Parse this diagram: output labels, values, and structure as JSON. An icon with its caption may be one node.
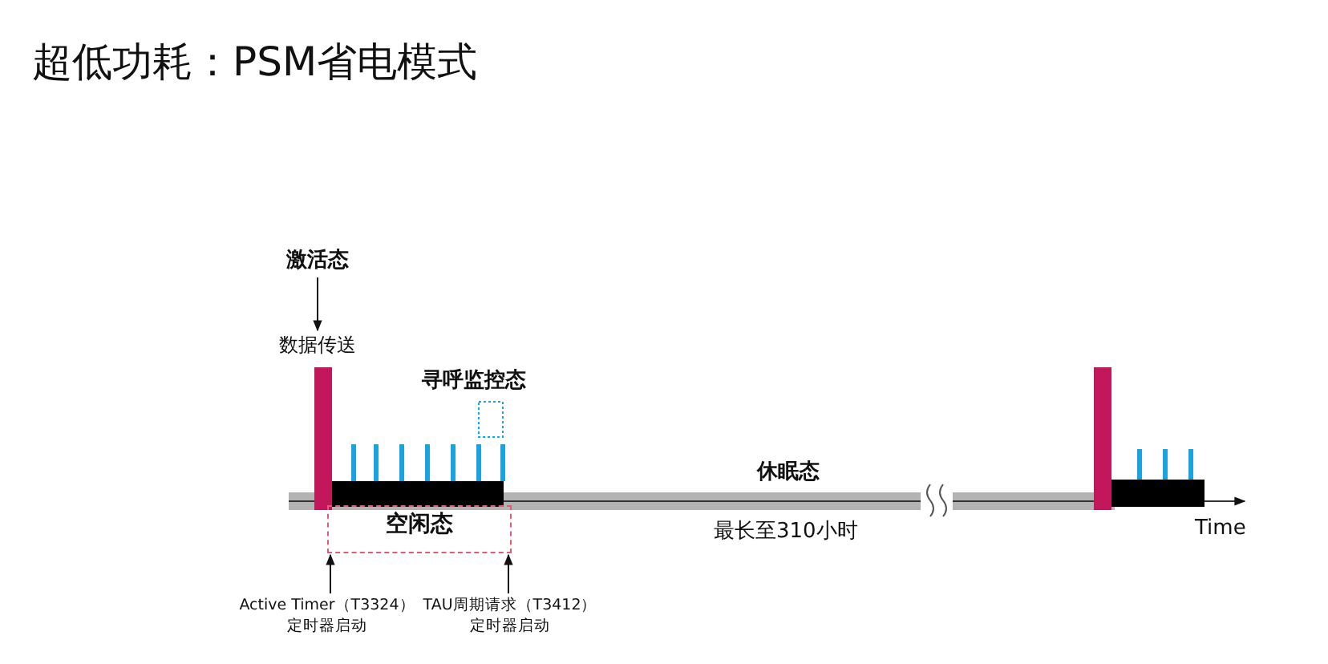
{
  "diagram": {
    "title": "超低功耗：PSM省电模式",
    "nodes": [
      {
        "text": [
          "激活态"
        ]
      },
      {
        "text": [
          "数据传送"
        ]
      },
      {
        "text": [
          "空闲态"
        ]
      },
      {
        "text": [
          "Active Timer（T3324）定时器启动"
        ]
      },
      {
        "text": [
          "TAU周期请求（T3412）定时器启动"
        ]
      }
    ],
    "edges": [
      {
        "from": 0,
        "to": 1,
        "arrow": "to"
      },
      {
        "from": 3,
        "to": 2,
        "arrow": "to"
      },
      {
        "from": 4,
        "to": 2,
        "arrow": "to"
      }
    ],
    "labels": [
      "寻呼监控态",
      "休眠态",
      "最长至310小时",
      "Time"
    ]
  }
}
